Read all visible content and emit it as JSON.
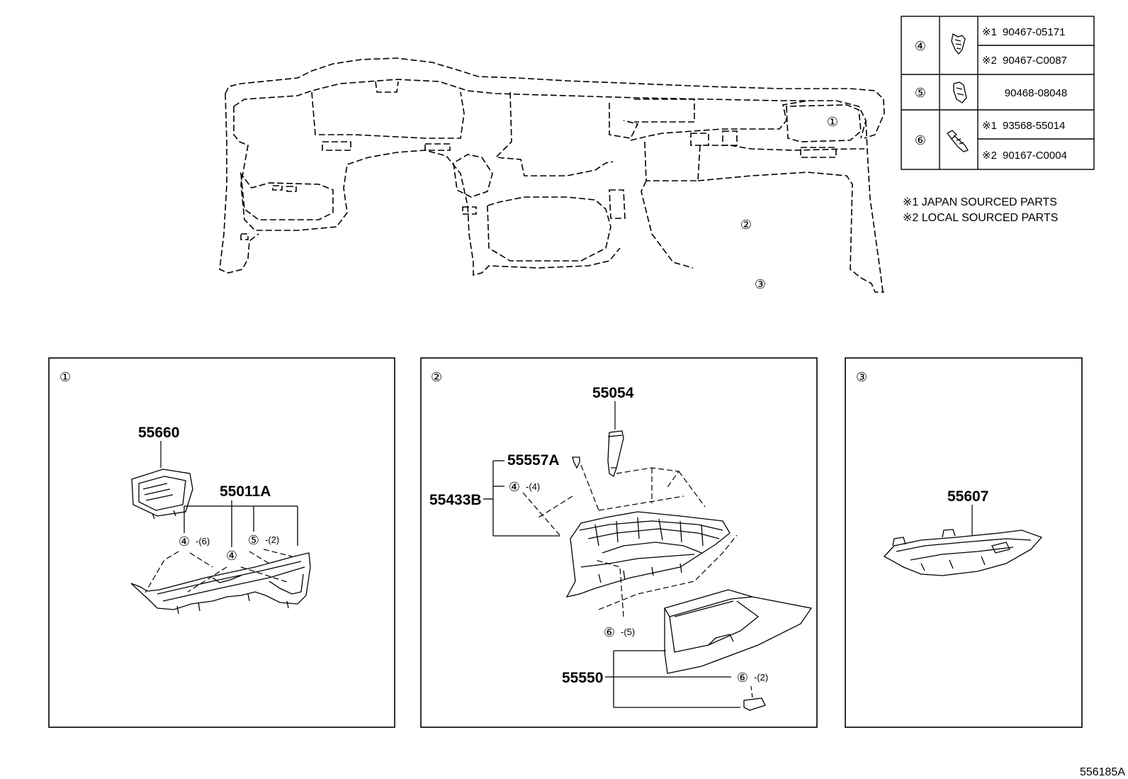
{
  "callouts": {
    "c1": "①",
    "c2": "②",
    "c3": "③",
    "c4": "④",
    "c5": "⑤",
    "c6": "⑥"
  },
  "overview": {
    "label1": "①",
    "label2": "②",
    "label3": "③"
  },
  "table": {
    "rows": [
      {
        "ref": "④",
        "lines": [
          {
            "mark": "※1",
            "part": "90467-05171"
          },
          {
            "mark": "※2",
            "part": "90467-C0087"
          }
        ]
      },
      {
        "ref": "⑤",
        "lines": [
          {
            "mark": "",
            "part": "90468-08048"
          }
        ]
      },
      {
        "ref": "⑥",
        "lines": [
          {
            "mark": "※1",
            "part": "93568-55014"
          },
          {
            "mark": "※2",
            "part": "90167-C0004"
          }
        ]
      }
    ]
  },
  "notes": {
    "n1": "※1 JAPAN SOURCED PARTS",
    "n2": "※2 LOCAL SOURCED PARTS"
  },
  "panel1": {
    "title": "①",
    "p55660": "55660",
    "p55011A": "55011A",
    "ref4a": "④",
    "qty4a": "-(6)",
    "ref4b": "④",
    "ref5": "⑤",
    "qty5": "-(2)"
  },
  "panel2": {
    "title": "②",
    "p55054": "55054",
    "p55557A": "55557A",
    "p55433B": "55433B",
    "ref4": "④",
    "qty4": "-(4)",
    "ref6a": "⑥",
    "qty6a": "-(5)",
    "p55550": "55550",
    "ref6b": "⑥",
    "qty6b": "-(2)"
  },
  "panel3": {
    "title": "③",
    "p55607": "55607"
  },
  "diagram_id": "556185A"
}
